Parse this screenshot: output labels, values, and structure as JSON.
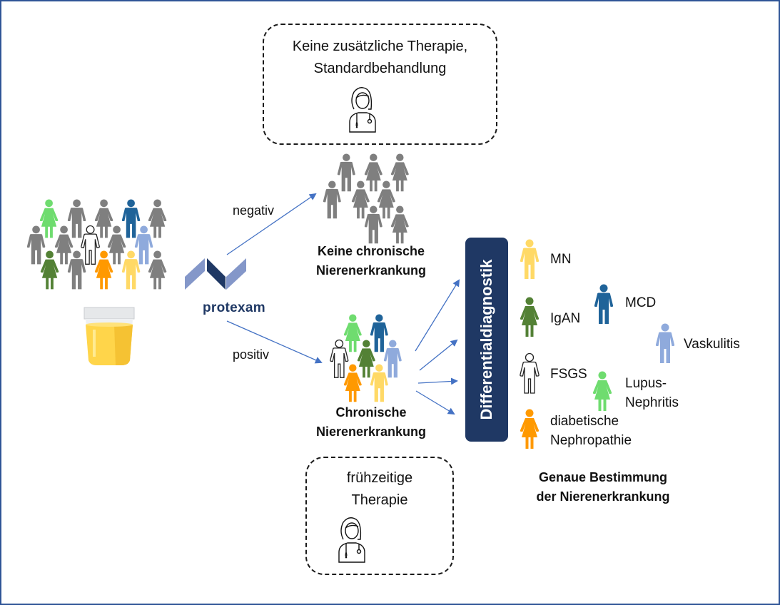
{
  "colors": {
    "frame": "#2f5597",
    "arrow": "#4472c4",
    "gray": "#7f7f7f",
    "light_green": "#6fdc6f",
    "dark_blue": "#1f6399",
    "light_blue": "#8faadc",
    "dark_green": "#538135",
    "orange": "#ff9900",
    "yellow": "#ffd966",
    "white_outline": "#ffffff",
    "navy": "#1f3864",
    "logo_light": "#8497c9",
    "logo_dark": "#1f3864"
  },
  "top_box": {
    "line1": "Keine zusätzliche Therapie,",
    "line2": "Standardbehandlung",
    "icon": "doctor-icon"
  },
  "bottom_box": {
    "line1": "frühzeitige",
    "line2": "Therapie",
    "icon": "doctor-icon"
  },
  "population": {
    "icon": "people-group-icon",
    "sample_icon": "urine-cup-icon"
  },
  "logo": {
    "name": "protexam",
    "icon": "protexam-logo-icon"
  },
  "branches": {
    "negative_label": "negativ",
    "positive_label": "positiv"
  },
  "negative_group": {
    "line1": "Keine chronische",
    "line2": "Nierenerkrankung"
  },
  "positive_group": {
    "line1": "Chronische",
    "line2": "Nierenerkrankung"
  },
  "differential": {
    "label": "Differentialdiagnostik"
  },
  "diagnoses": [
    {
      "label": "MN",
      "color": "yellow"
    },
    {
      "label": "IgAN",
      "color": "dark_green"
    },
    {
      "label": "MCD",
      "color": "dark_blue"
    },
    {
      "label": "Vaskulitis",
      "color": "light_blue"
    },
    {
      "label": "FSGS",
      "color": "white_outline"
    },
    {
      "label_line1": "Lupus-",
      "label_line2": "Nephritis",
      "color": "light_green"
    },
    {
      "label_line1": "diabetische",
      "label_line2": "Nephropathie",
      "color": "orange"
    }
  ],
  "summary": {
    "line1": "Genaue Bestimmung",
    "line2": "der Nierenerkrankung"
  }
}
